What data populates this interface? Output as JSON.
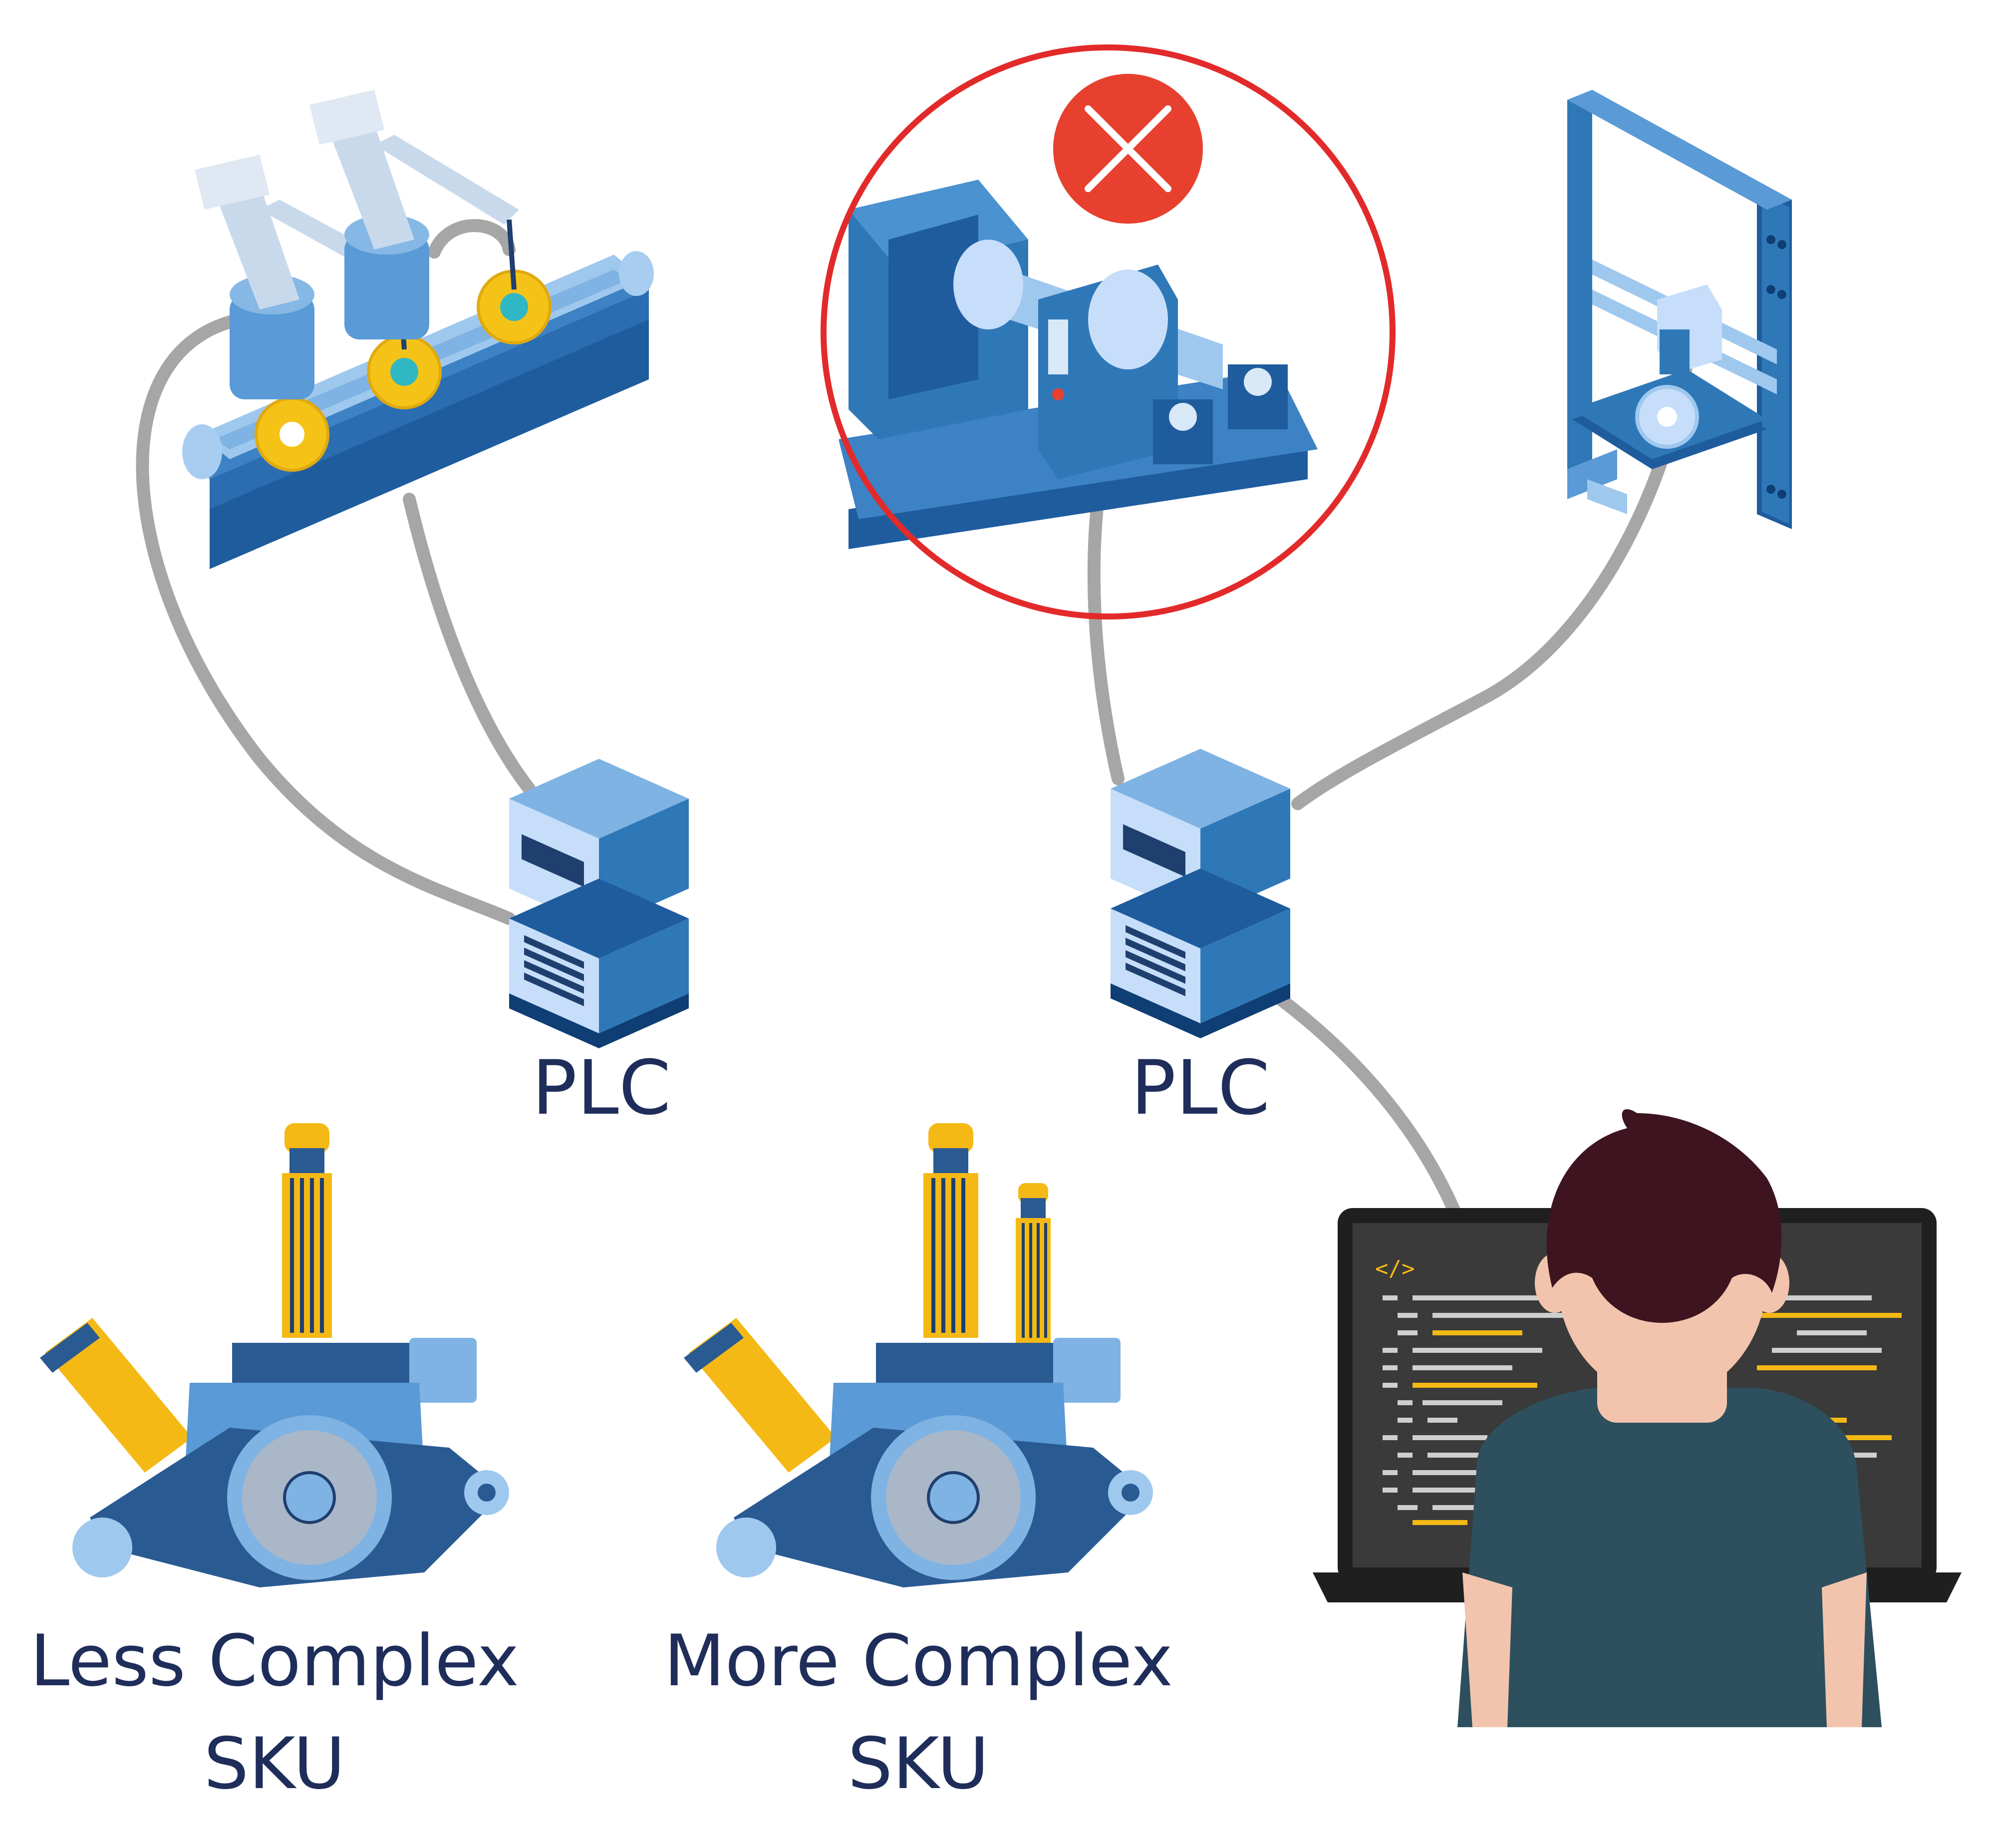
{
  "labels": {
    "plc_left": "PLC",
    "plc_right": "PLC",
    "sku_less_line1": "Less Complex",
    "sku_less_line2": "SKU",
    "sku_more_line1": "More Complex",
    "sku_more_line2": "SKU",
    "code_tag": "</>"
  },
  "icons": {
    "robot_conveyor": "robot-conveyor-icon",
    "lathe_machine": "lathe-machine-icon",
    "printer_3d": "3d-printer-icon",
    "plc_left": "plc-server-icon",
    "plc_right": "plc-server-icon",
    "engine_less": "engine-part-icon",
    "engine_more": "engine-part-icon",
    "developer": "developer-at-laptop-icon",
    "error": "error-x-icon"
  },
  "colors": {
    "highlight_ring": "#e32a2a",
    "error_badge": "#e8402e",
    "cable": "#a6a6a6",
    "machine_blue": "#2f78b8",
    "text": "#1f2d5a"
  }
}
